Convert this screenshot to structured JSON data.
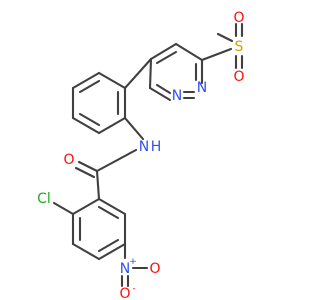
{
  "colors": {
    "bond": "#404040",
    "nitrogen": "#3050F8",
    "oxygen": "#FF0D0D",
    "sulfur": "#C8A800",
    "chlorine": "#1FAA1F",
    "carbon": "#404040"
  },
  "atoms": {
    "sulfur": "S",
    "sulfonyl_oxygen_top": "O",
    "sulfonyl_oxygen_bottom": "O",
    "pyridazine_n1": "N",
    "pyridazine_n2": "N",
    "amide_nitrogen": "N",
    "amide_hydrogen": "H",
    "carbonyl_oxygen": "O",
    "chlorine": "Cl",
    "nitro_nitrogen": "N",
    "nitro_n_charge": "+",
    "nitro_oxygen_right": "O",
    "nitro_oxygen_bottom": "O",
    "nitro_o_charge": "-"
  }
}
